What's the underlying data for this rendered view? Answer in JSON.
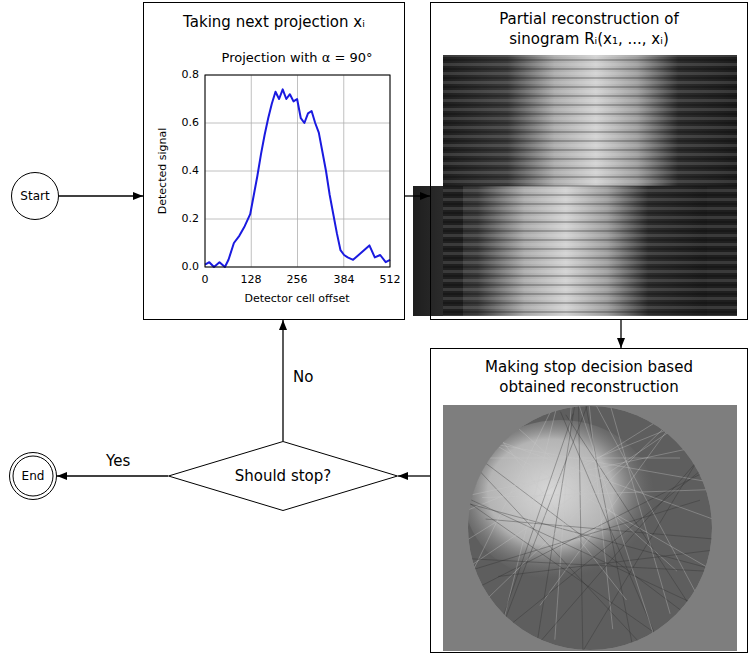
{
  "diagram": {
    "nodes": [
      {
        "text": [
          "Start"
        ]
      },
      {
        "text": [
          "Taking next projection xᵢ"
        ]
      },
      {
        "text": [
          "Partial reconstruction of sinogram Rᵢ(x₁, ..., xᵢ)"
        ]
      },
      {
        "text": [
          "Making stop decision based obtained reconstruction"
        ]
      },
      {
        "text": [
          "Should stop?"
        ]
      },
      {
        "text": [
          "End"
        ]
      }
    ],
    "edges": [
      {
        "from": 0,
        "to": 1,
        "arrow": "to"
      },
      {
        "from": 1,
        "to": 2,
        "arrow": "to"
      },
      {
        "from": 2,
        "to": 3,
        "arrow": "to"
      },
      {
        "from": 3,
        "to": 4,
        "arrow": "to"
      },
      {
        "from": 4,
        "to": 1,
        "label": "No",
        "arrow": "to"
      },
      {
        "from": 4,
        "to": 5,
        "label": "Yes",
        "arrow": "to"
      }
    ],
    "labels": [
      "Projection with α = 90°",
      "0.8",
      "0.6",
      "0.4",
      "0.2",
      "0.0",
      "0",
      "128",
      "256",
      "384",
      "512",
      "Detected signal",
      "Detector cell offset"
    ]
  }
}
